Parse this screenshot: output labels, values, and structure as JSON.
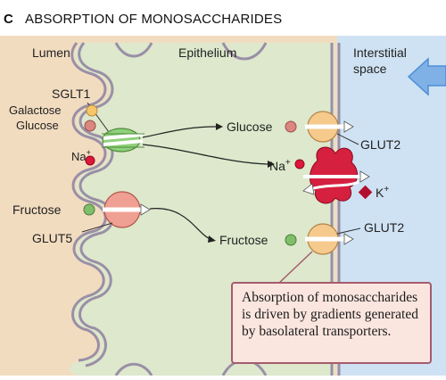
{
  "header": {
    "letter": "C",
    "title": "ABSORPTION OF MONOSACCHARIDES"
  },
  "regions": {
    "lumen": "Lumen",
    "epithelium": "Epithelium",
    "interstitial_line1": "Interstitial",
    "interstitial_line2": "space"
  },
  "lumen_side": {
    "galactose": "Galactose",
    "glucose": "Glucose",
    "na": "Na",
    "na_sup": "+",
    "fructose": "Fructose"
  },
  "transporters": {
    "sglt1": "SGLT1",
    "glut5": "GLUT5",
    "glut2_top": "GLUT2",
    "glut2_bottom": "GLUT2"
  },
  "cell_side": {
    "glucose": "Glucose",
    "na": "Na",
    "na_sup": "+",
    "k": "K",
    "k_sup": "+",
    "fructose": "Fructose"
  },
  "callout": {
    "text": "Absorption of monosaccharides is driven by gradients generated by basolateral transporters."
  },
  "colors": {
    "lumen_bg": "#f2dcc0",
    "epithelium_bg": "#dde8cc",
    "interstitial_bg": "#cfe2f3",
    "membrane": "#9a8fa6",
    "galactose": "#f5c66a",
    "glucose": "#d9877f",
    "sodium": "#e0153a",
    "fructose": "#7fbf6a",
    "sglt1": "#8fd07a",
    "glut5": "#f0a093",
    "glut2": "#f6c98c",
    "atpase": "#d5203f",
    "potassium": "#b0102e",
    "arrow_blue": "#4d8fd6"
  }
}
